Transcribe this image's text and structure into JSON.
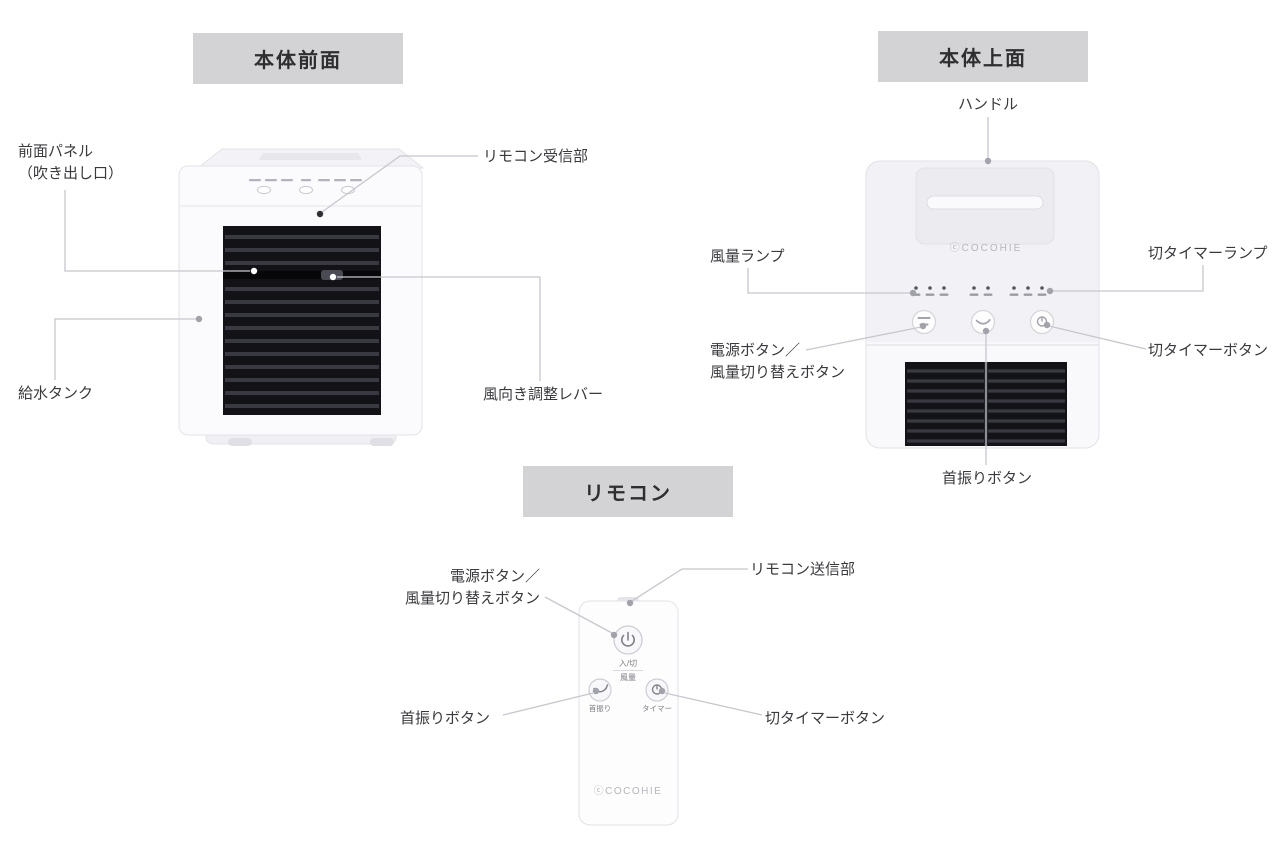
{
  "page": {
    "background": "#ffffff",
    "badge_bg": "#d3d3d5",
    "badge_text_color": "#2e2e31",
    "label_text_color": "#3a3a3e",
    "connector_color": "#c7c7ce",
    "grille_color": "#131317",
    "device_body_color": "#fbfbfd"
  },
  "sections": {
    "front": {
      "badge": "本体前面",
      "labels": {
        "front_panel": "前面パネル\n（吹き出し口）",
        "remote_receiver": "リモコン受信部",
        "water_tank": "給水タンク",
        "wind_lever": "風向き調整レバー"
      },
      "device": {
        "icons": [
          "ir-receiver-dot",
          "wind-lever-knob",
          "top-control-buttons"
        ]
      }
    },
    "top": {
      "badge": "本体上面",
      "labels": {
        "handle": "ハンドル",
        "fan_lamp": "風量ランプ",
        "timer_lamp": "切タイマーランプ",
        "power_button": "電源ボタン／\n風量切り替えボタン",
        "timer_button": "切タイマーボタン",
        "swing_button": "首振りボタン"
      },
      "device": {
        "logo": "ⓒCOCOHIE",
        "icons": [
          "handle-bar",
          "fan-speed-leds",
          "mode-icons",
          "timer-leds",
          "power-fan-button",
          "swing-button",
          "timer-button"
        ]
      }
    },
    "remote": {
      "badge": "リモコン",
      "labels": {
        "transmitter": "リモコン送信部",
        "power_button": "電源ボタン／\n風量切り替えボタン",
        "swing_button": "首振りボタン",
        "timer_button": "切タイマーボタン"
      },
      "device": {
        "power_caption_1": "入/切",
        "power_caption_2": "風量",
        "swing_caption": "首振り",
        "timer_caption": "タイマー",
        "logo": "ⓒCOCOHIE",
        "icons": [
          "power-icon",
          "swing-icon",
          "timer-icon",
          "transmitter-nub"
        ]
      }
    }
  }
}
